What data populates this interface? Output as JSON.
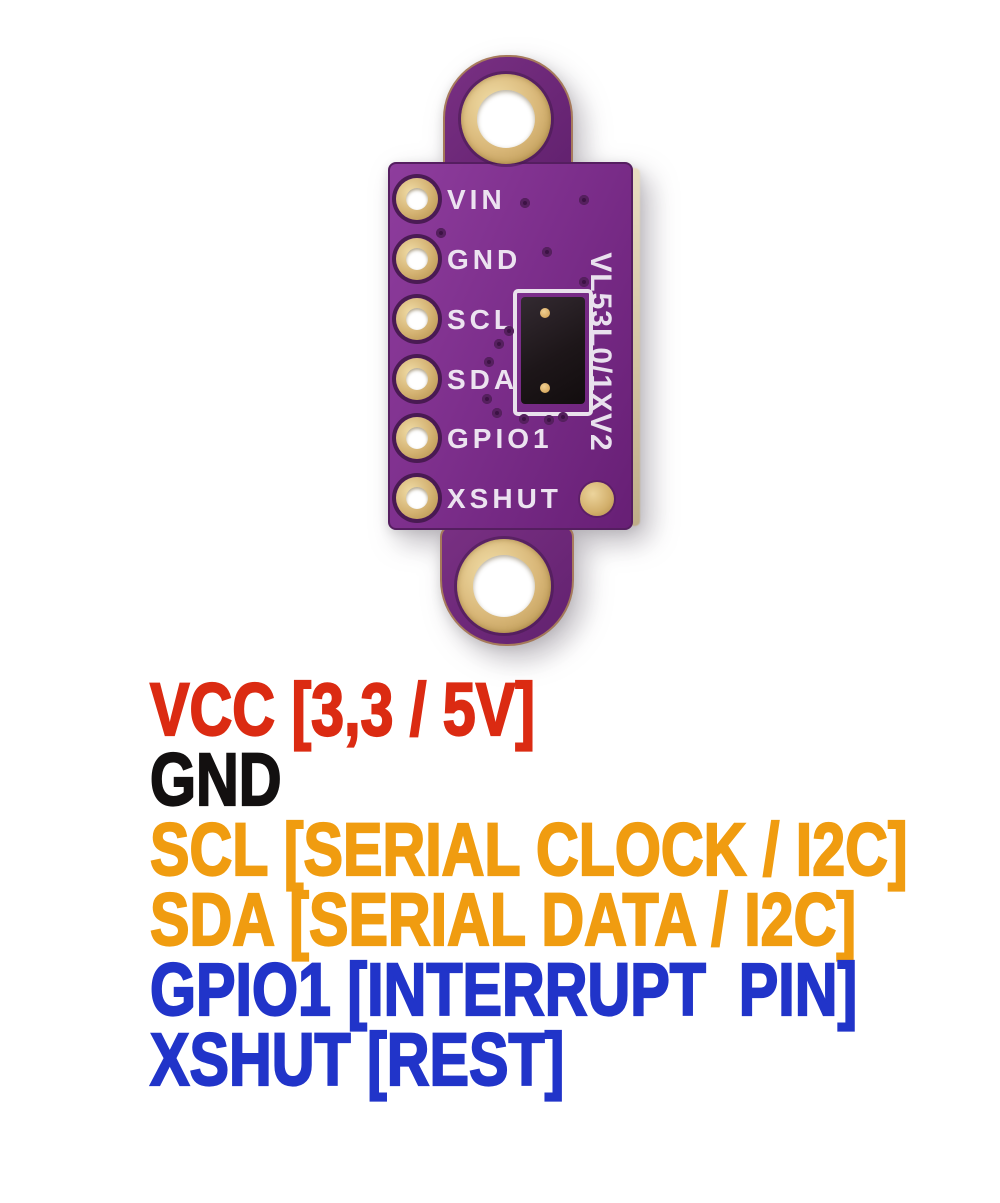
{
  "image": {
    "description": "Annotated photo of a VL53L0/1XV2 time-of-flight distance sensor breakout board with pinout legend",
    "background": "#ffffff"
  },
  "board": {
    "side_text": "VL53L0/1XV2",
    "pins": [
      "VIN",
      "GND",
      "SCL",
      "SDA",
      "GPIO1",
      "XSHUT"
    ],
    "colors": {
      "pcb": "#7c2e8b",
      "pcb_edge": "#551e60",
      "gold": "#d5b277",
      "silkscreen": "#ece3f0",
      "chip": "#1d1619",
      "board_edge_highlight": "#d3c4a1"
    }
  },
  "legend": {
    "items": [
      {
        "id": "vcc",
        "label": "VCC [3,3 / 5V]",
        "color": "#db2b12"
      },
      {
        "id": "gnd",
        "label": "GND",
        "color": "#131010"
      },
      {
        "id": "scl",
        "label": "SCL [SERIAL CLOCK / I2C]",
        "color": "#f09c10"
      },
      {
        "id": "sda",
        "label": "SDA [SERIAL DATA / I2C]",
        "color": "#f09c10"
      },
      {
        "id": "gpio1",
        "label": "GPIO1 [INTERRUPT  PIN]",
        "color": "#2134c9"
      },
      {
        "id": "xshut",
        "label": "XSHUT [REST]",
        "color": "#2134c9"
      }
    ]
  }
}
